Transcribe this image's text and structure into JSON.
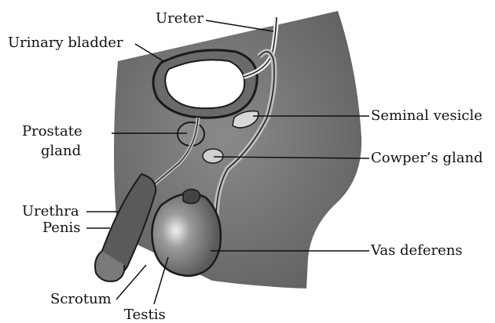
{
  "labels": {
    "ureter": "Ureter",
    "urinary_bladder": "Urinary bladder",
    "prostate_line1": "Prostate",
    "prostate_line2": "gland",
    "seminal_vesicle": "Seminal vesicle",
    "cowpers_gland": "Cowper’s gland",
    "urethra": "Urethra",
    "penis": "Penis",
    "vas_deferens": "Vas deferens",
    "scrotum": "Scrotum",
    "testis": "Testis"
  },
  "colors": {
    "body_fill": "#6e6e6e",
    "organ_outline": "#1a1a1a",
    "tube": "#bdbdbd",
    "background": "#ffffff"
  }
}
